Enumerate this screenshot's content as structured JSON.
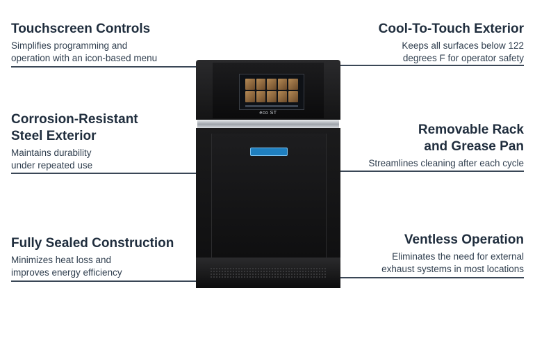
{
  "features": [
    {
      "title": "Touchscreen Controls",
      "lines": [
        "Simplifies programming and",
        "operation with an icon-based menu"
      ]
    },
    {
      "title_lines": [
        "Corrosion-Resistant",
        "Steel Exterior"
      ],
      "lines": [
        "Maintains durability",
        "under repeated use"
      ]
    },
    {
      "title": "Fully Sealed Construction",
      "lines": [
        "Minimizes heat loss and",
        "improves energy efficiency"
      ]
    },
    {
      "title": "Cool-To-Touch Exterior",
      "lines": [
        "Keeps all surfaces below 122",
        "degrees F for operator safety"
      ]
    },
    {
      "title_lines": [
        "Removable Rack",
        "and Grease Pan"
      ],
      "lines": [
        "Streamlines cleaning after each cycle"
      ]
    },
    {
      "title": "Ventless Operation",
      "lines": [
        "Eliminates the need for external",
        "exhaust systems in most locations"
      ]
    }
  ],
  "product": {
    "model_label": "eco ST"
  },
  "colors": {
    "text": "#1f2d3d",
    "leader": "#3a4756",
    "oven": "#141415",
    "accent": "#1f7fbf"
  }
}
